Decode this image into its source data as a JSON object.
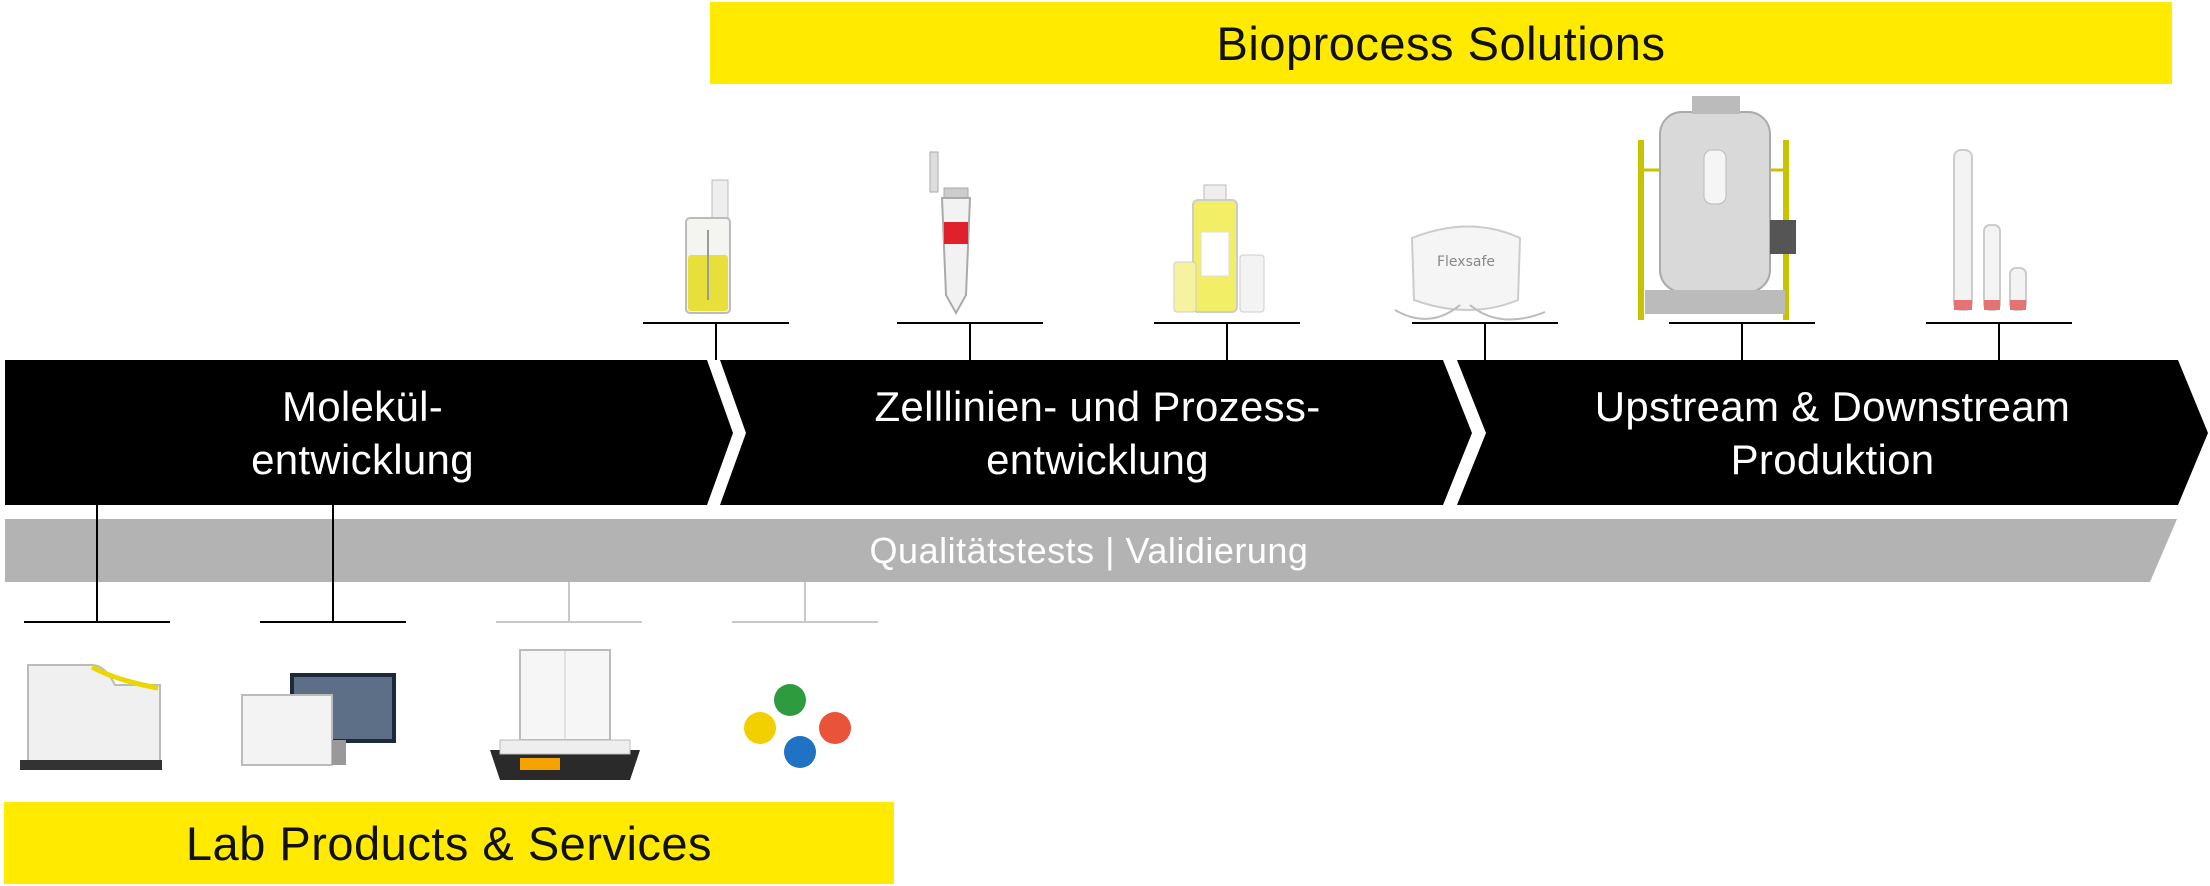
{
  "banners": {
    "top": "Bioprocess Solutions",
    "bottom": "Lab Products & Services"
  },
  "stages": [
    {
      "line1": "Molekül-",
      "line2": "entwicklung"
    },
    {
      "line1": "Zelllinien- und Prozess-",
      "line2": "entwicklung"
    },
    {
      "line1": "Upstream & Downstream",
      "line2": "Produktion"
    }
  ],
  "quality_bar": "Qualitätstests | Validierung",
  "product_labels": {
    "bag": "Flexsafe"
  },
  "colors": {
    "yellow": "#ffea00",
    "black": "#000000",
    "grey": "#b3b3b3"
  }
}
